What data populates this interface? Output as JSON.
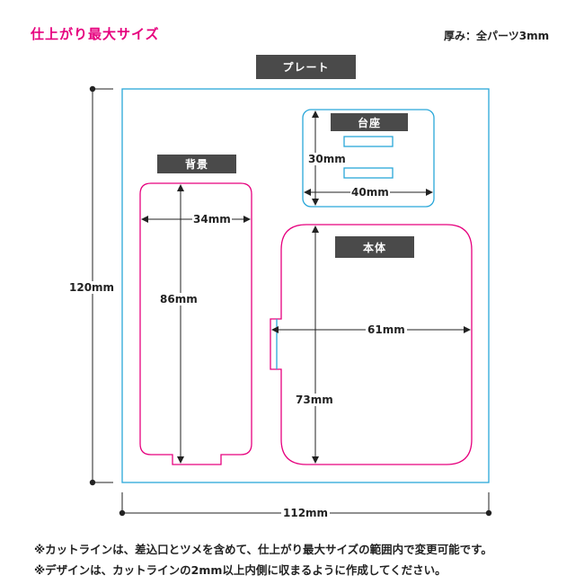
{
  "header": {
    "title": "仕上がり最大サイズ",
    "thickness": "厚み：全パーツ3mm"
  },
  "parts": {
    "plate": {
      "label": "プレート",
      "width": "112mm",
      "height": "120mm"
    },
    "base": {
      "label": "台座",
      "width": "40mm",
      "height": "30mm"
    },
    "background": {
      "label": "背景",
      "width": "34mm",
      "height": "86mm"
    },
    "body": {
      "label": "本体",
      "width": "61mm",
      "height": "73mm"
    }
  },
  "notes": [
    "※カットラインは、差込口とツメを含めて、仕上がり最大サイズの範囲内で変更可能です。",
    "※デザインは、カットラインの2mm以上内側に収まるように作成してください。"
  ],
  "colors": {
    "title": "#e6007e",
    "plate_line": "#29a7d9",
    "part_line": "#e6007e",
    "label_bg": "#4a4a4a"
  }
}
